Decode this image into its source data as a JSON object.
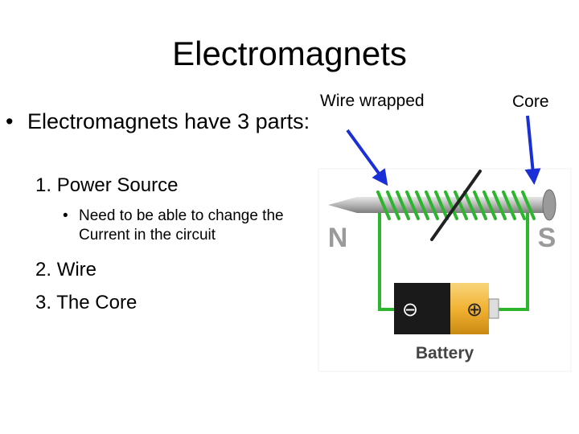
{
  "slide": {
    "title": "Electromagnets",
    "bullet_main": "Electromagnets have 3 parts:",
    "items": [
      {
        "number": "1.",
        "text": "Power Source"
      },
      {
        "number": "2.",
        "text": "Wire"
      },
      {
        "number": "3.",
        "text": "The Core"
      }
    ],
    "sub_bullet": "Need to be able to change the Current in the circuit"
  },
  "diagram": {
    "label_wire": "Wire wrapped",
    "label_core": "Core",
    "pole_north": "N",
    "pole_south": "S",
    "battery_label": "Battery",
    "battery_minus": "⊖",
    "battery_plus": "⊕",
    "colors": {
      "wire": "#2db52d",
      "arrow": "#1a2fd6",
      "battery_gold": "#f2b233",
      "pole_text": "#9a9a9a"
    }
  }
}
